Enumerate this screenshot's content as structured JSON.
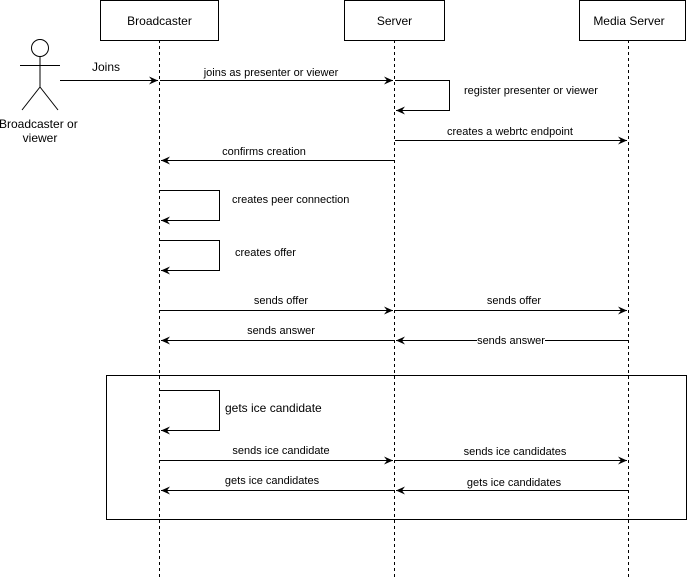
{
  "participants": {
    "actor": "Broadcaster or viewer",
    "broadcaster": "Broadcaster",
    "server": "Server",
    "media_server": "Media Server"
  },
  "messages": {
    "joins": "Joins",
    "joins_as_presenter": "joins as presenter or viewer",
    "register_presenter": "register presenter or viewer",
    "creates_webrtc_endpoint": "creates a webrtc endpoint",
    "confirms_creation": "confirms creation",
    "creates_peer_connection": "creates peer connection",
    "creates_offer": "creates offer",
    "sends_offer_1": "sends offer",
    "sends_offer_2": "sends offer",
    "sends_answer_1": "sends answer",
    "sends_answer_2": "sends answer",
    "gets_ice_candidate": "gets ice candidate",
    "sends_ice_candidate": "sends ice candidate",
    "sends_ice_candidates": "sends ice candidates",
    "gets_ice_candidates_1": "gets ice candidates",
    "gets_ice_candidates_2": "gets ice candidates"
  }
}
